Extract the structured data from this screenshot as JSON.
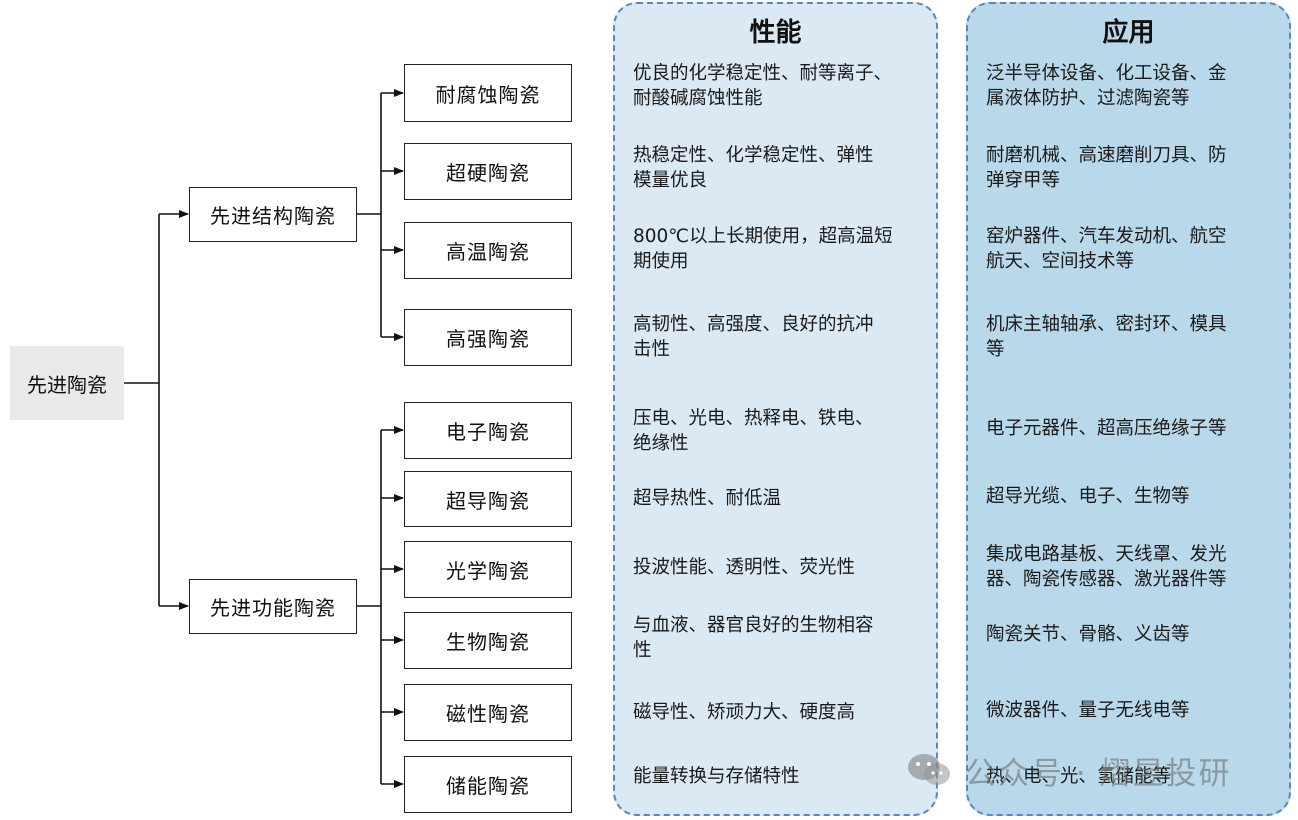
{
  "root": {
    "label": "先进陶瓷"
  },
  "groups": [
    {
      "label": "先进结构陶瓷"
    },
    {
      "label": "先进功能陶瓷"
    }
  ],
  "headers": {
    "performance": "性能",
    "application": "应用"
  },
  "rows": [
    {
      "name": "耐腐蚀陶瓷",
      "perf": [
        "优良的化学稳定性、耐等离子、",
        "耐酸碱腐蚀性能"
      ],
      "app": [
        "泛半导体设备、化工设备、金",
        "属液体防护、过滤陶瓷等"
      ]
    },
    {
      "name": "超硬陶瓷",
      "perf": [
        "热稳定性、化学稳定性、弹性",
        "模量优良"
      ],
      "app": [
        "耐磨机械、高速磨削刀具、防",
        "弹穿甲等"
      ]
    },
    {
      "name": "高温陶瓷",
      "perf": [
        "800℃以上长期使用，超高温短",
        "期使用"
      ],
      "app": [
        "窑炉器件、汽车发动机、航空",
        "航天、空间技术等"
      ]
    },
    {
      "name": "高强陶瓷",
      "perf": [
        "高韧性、高强度、良好的抗冲",
        "击性"
      ],
      "app": [
        "机床主轴轴承、密封环、模具",
        "等"
      ]
    },
    {
      "name": "电子陶瓷",
      "perf": [
        "压电、光电、热释电、铁电、",
        "绝缘性"
      ],
      "app": [
        "电子元器件、超高压绝缘子等"
      ]
    },
    {
      "name": "超导陶瓷",
      "perf": [
        "超导热性、耐低温"
      ],
      "app": [
        "超导光缆、电子、生物等"
      ]
    },
    {
      "name": "光学陶瓷",
      "perf": [
        "投波性能、透明性、荧光性"
      ],
      "app": [
        "集成电路基板、天线罩、发光",
        "器、陶瓷传感器、激光器件等"
      ]
    },
    {
      "name": "生物陶瓷",
      "perf": [
        "与血液、器官良好的生物相容",
        "性"
      ],
      "app": [
        "陶瓷关节、骨骼、义齿等"
      ]
    },
    {
      "name": "磁性陶瓷",
      "perf": [
        "磁导性、矫顽力大、硬度高"
      ],
      "app": [
        "微波器件、量子无线电等"
      ]
    },
    {
      "name": "储能陶瓷",
      "perf": [
        "能量转换与存储特性"
      ],
      "app": [
        "热、电、光、氢储能等"
      ]
    }
  ],
  "watermark": {
    "text": "公众号 · 熠昱投研",
    "icon": "wechat-icon"
  }
}
